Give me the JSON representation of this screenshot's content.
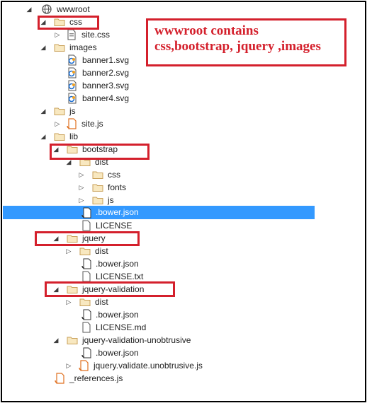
{
  "annotation": {
    "line1": "wwwroot contains",
    "line2": "css,bootstrap, jquery ,images"
  },
  "colors": {
    "highlight": "#d4202c",
    "selection": "#3399ff",
    "folder": "#dcb67a"
  },
  "tree": [
    {
      "label": "wwwroot",
      "icon": "globe-icon",
      "expander": "expanded"
    },
    {
      "label": "css",
      "icon": "folder-icon",
      "expander": "collapsed"
    },
    {
      "label": "site.css",
      "icon": "css-file-icon",
      "expander": "collapsed"
    },
    {
      "label": "images",
      "icon": "folder-icon",
      "expander": "expanded"
    },
    {
      "label": "banner1.svg",
      "icon": "svg-file-icon",
      "expander": "none"
    },
    {
      "label": "banner2.svg",
      "icon": "svg-file-icon",
      "expander": "none"
    },
    {
      "label": "banner3.svg",
      "icon": "svg-file-icon",
      "expander": "none"
    },
    {
      "label": "banner4.svg",
      "icon": "svg-file-icon",
      "expander": "none"
    },
    {
      "label": "js",
      "icon": "folder-icon",
      "expander": "expanded"
    },
    {
      "label": "site.js",
      "icon": "js-file-icon",
      "expander": "collapsed"
    },
    {
      "label": "lib",
      "icon": "folder-icon",
      "expander": "expanded"
    },
    {
      "label": "bootstrap",
      "icon": "folder-icon",
      "expander": "expanded"
    },
    {
      "label": "dist",
      "icon": "folder-icon",
      "expander": "expanded"
    },
    {
      "label": "css",
      "icon": "folder-icon",
      "expander": "collapsed"
    },
    {
      "label": "fonts",
      "icon": "folder-icon",
      "expander": "collapsed"
    },
    {
      "label": "js",
      "icon": "folder-icon",
      "expander": "collapsed"
    },
    {
      "label": ".bower.json",
      "icon": "json-file-icon",
      "expander": "none",
      "selected": true
    },
    {
      "label": "LICENSE",
      "icon": "text-file-icon",
      "expander": "none"
    },
    {
      "label": "jquery",
      "icon": "folder-icon",
      "expander": "expanded"
    },
    {
      "label": "dist",
      "icon": "folder-icon",
      "expander": "collapsed"
    },
    {
      "label": ".bower.json",
      "icon": "json-file-icon",
      "expander": "none"
    },
    {
      "label": "LICENSE.txt",
      "icon": "text-file-icon",
      "expander": "none"
    },
    {
      "label": "jquery-validation",
      "icon": "folder-icon",
      "expander": "expanded"
    },
    {
      "label": "dist",
      "icon": "folder-icon",
      "expander": "collapsed"
    },
    {
      "label": ".bower.json",
      "icon": "json-file-icon",
      "expander": "none"
    },
    {
      "label": "LICENSE.md",
      "icon": "text-file-icon",
      "expander": "none"
    },
    {
      "label": "jquery-validation-unobtrusive",
      "icon": "folder-icon",
      "expander": "expanded"
    },
    {
      "label": ".bower.json",
      "icon": "json-file-icon",
      "expander": "none"
    },
    {
      "label": "jquery.validate.unobtrusive.js",
      "icon": "js-file-icon",
      "expander": "collapsed"
    },
    {
      "label": "_references.js",
      "icon": "js-file-icon",
      "expander": "none"
    }
  ]
}
